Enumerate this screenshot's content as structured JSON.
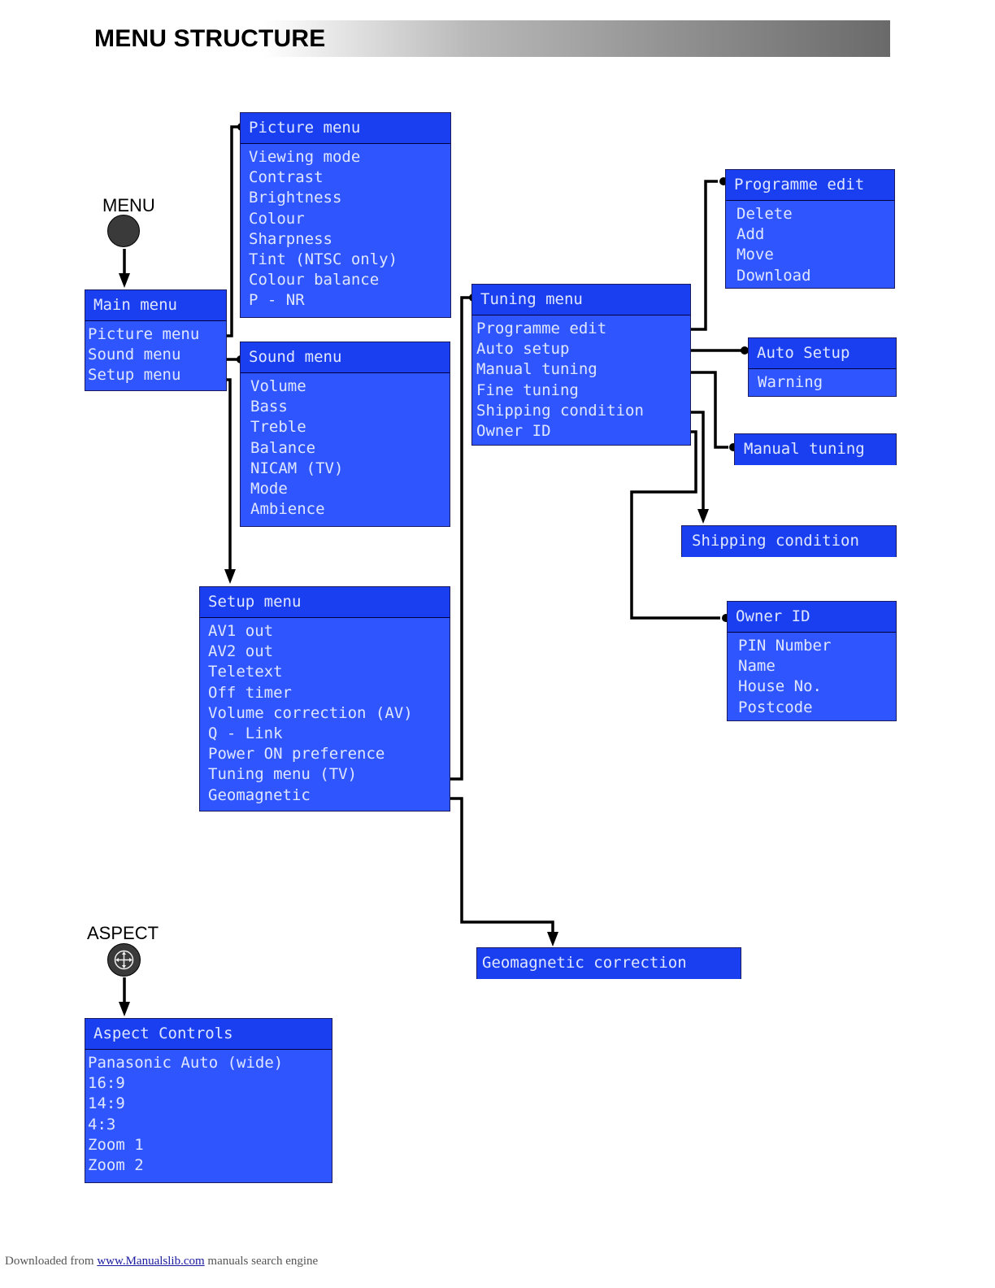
{
  "header": {
    "title": "MENU STRUCTURE"
  },
  "buttons": {
    "menu_label": "MENU",
    "aspect_label": "ASPECT"
  },
  "menus": {
    "main": {
      "title": "Main menu",
      "items": [
        "Picture menu",
        "Sound menu",
        "Setup menu"
      ]
    },
    "picture": {
      "title": "Picture menu",
      "items": [
        "Viewing mode",
        "Contrast",
        "Brightness",
        "Colour",
        "Sharpness",
        "Tint (NTSC only)",
        "Colour balance",
        "P - NR"
      ]
    },
    "sound": {
      "title": "Sound menu",
      "items": [
        "Volume",
        "Bass",
        "Treble",
        "Balance",
        "NICAM (TV)",
        "Mode",
        "Ambience"
      ]
    },
    "setup": {
      "title": "Setup menu",
      "items": [
        "AV1 out",
        "AV2 out",
        "Teletext",
        "Off timer",
        "Volume correction (AV)",
        "Q - Link",
        "Power ON preference",
        "Tuning menu (TV)",
        "Geomagnetic"
      ]
    },
    "tuning": {
      "title": "Tuning menu",
      "items": [
        "Programme edit",
        "Auto setup",
        "Manual tuning",
        "Fine tuning",
        "Shipping condition",
        "Owner ID"
      ]
    },
    "programme_edit": {
      "title": "Programme edit",
      "items": [
        "Delete",
        "Add",
        "Move",
        "Download"
      ]
    },
    "auto_setup": {
      "title": "Auto Setup",
      "items": [
        "Warning"
      ]
    },
    "manual_tuning": {
      "title": "Manual tuning"
    },
    "shipping_condition": {
      "title": "Shipping condition"
    },
    "owner_id": {
      "title": "Owner ID",
      "items": [
        "PIN Number",
        "Name",
        "House No.",
        "Postcode"
      ]
    },
    "geomagnetic": {
      "title": "Geomagnetic correction"
    },
    "aspect": {
      "title": "Aspect Controls",
      "items": [
        "Panasonic Auto (wide)",
        "16:9",
        "14:9",
        "4:3",
        "Zoom 1",
        "Zoom 2"
      ]
    }
  },
  "footer": {
    "prefix": "Downloaded from ",
    "link": "www.Manualslib.com",
    "suffix": " manuals search engine"
  },
  "colors": {
    "box_fill": "#2f55ff",
    "title_fill": "#1a3ff0",
    "text": "#dfe6ff",
    "connector": "#000000"
  }
}
